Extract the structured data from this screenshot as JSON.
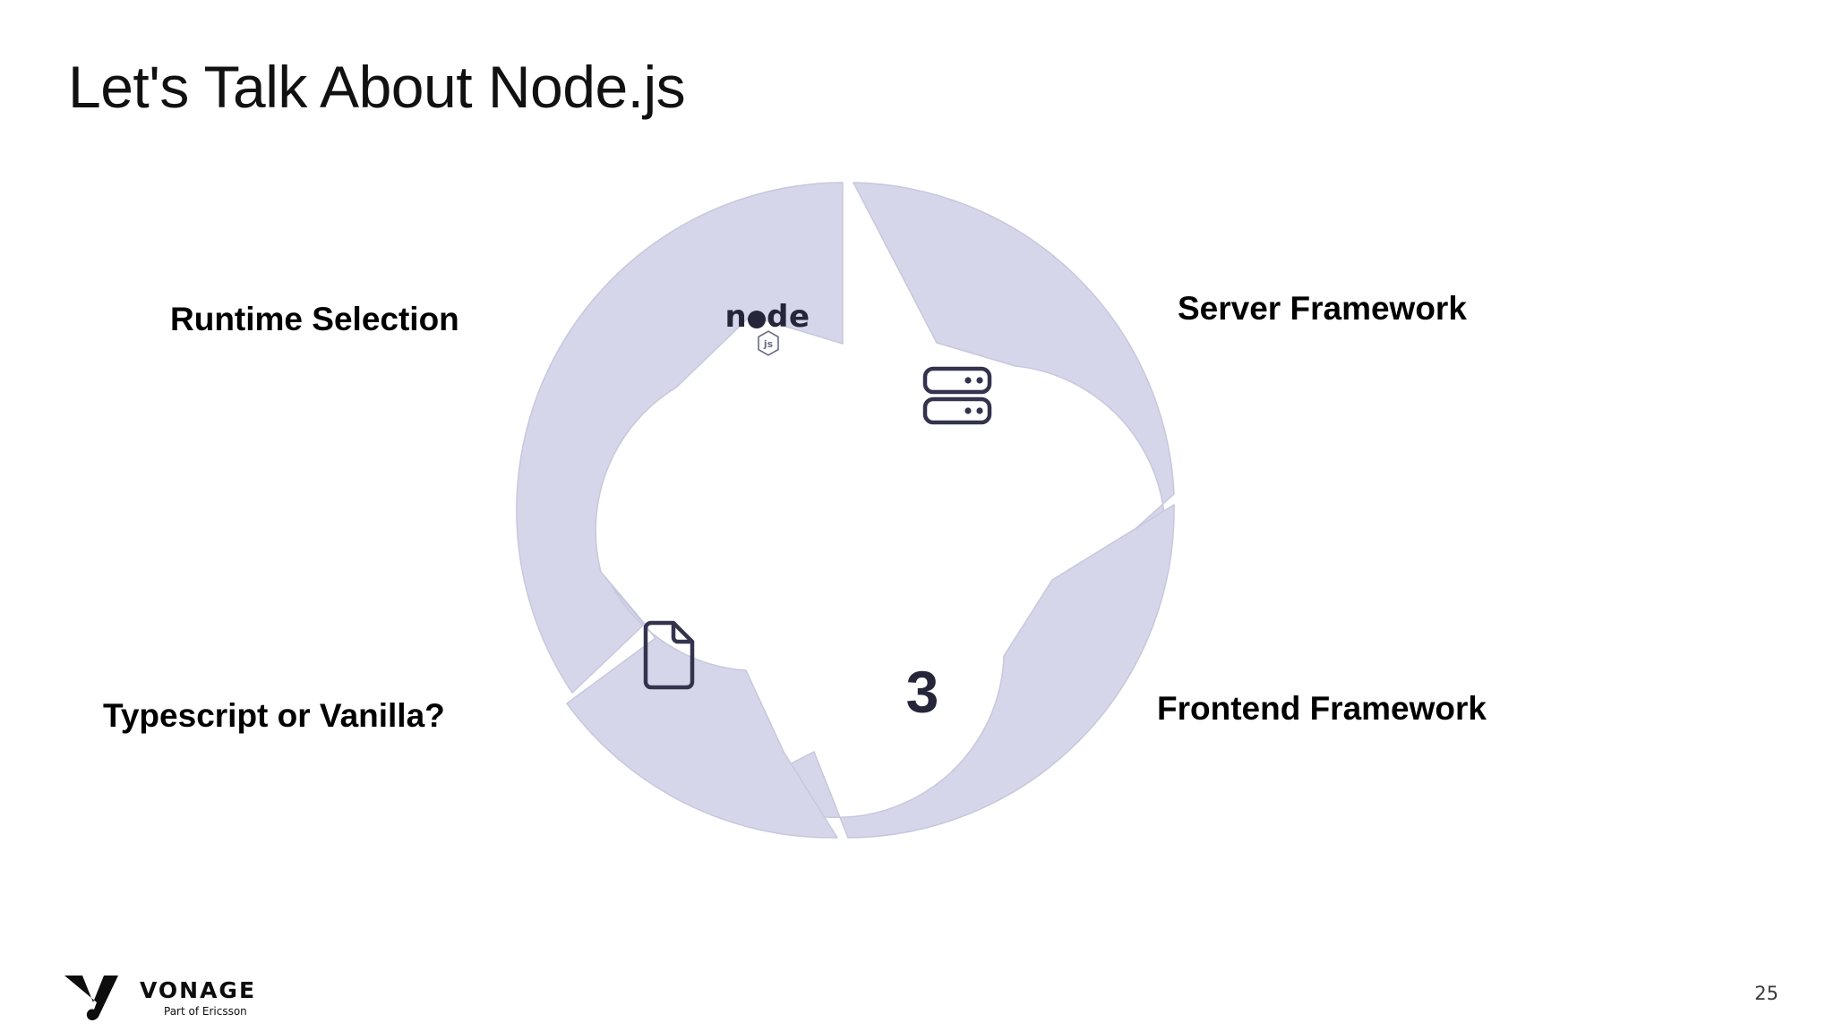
{
  "slide": {
    "title": "Let's Talk About Node.js",
    "page_number": "25",
    "background_color": "#ffffff"
  },
  "footer": {
    "brand_name": "VONAGE",
    "brand_tagline": "Part of Ericsson",
    "logo_icon": "vonage-v-icon"
  },
  "diagram": {
    "type": "donut-cycle",
    "segment_fill": "#d6d6ea",
    "segment_stroke": "#c7c7de",
    "gap_color": "#ffffff",
    "icon_color": "#33334d",
    "segments": [
      {
        "id": "runtime",
        "label": "Runtime Selection",
        "icon": "nodejs-logo-icon",
        "icon_text": "node",
        "icon_badge": "js",
        "position": "top-left"
      },
      {
        "id": "server",
        "label": "Server Framework",
        "icon": "server-rack-icon",
        "position": "top-right"
      },
      {
        "id": "frontend",
        "label": "Frontend Framework",
        "icon": "number-three",
        "icon_text": "3",
        "position": "bottom-right"
      },
      {
        "id": "typescript",
        "label": "Typescript or Vanilla?",
        "icon": "document-file-icon",
        "position": "bottom-left"
      }
    ]
  }
}
